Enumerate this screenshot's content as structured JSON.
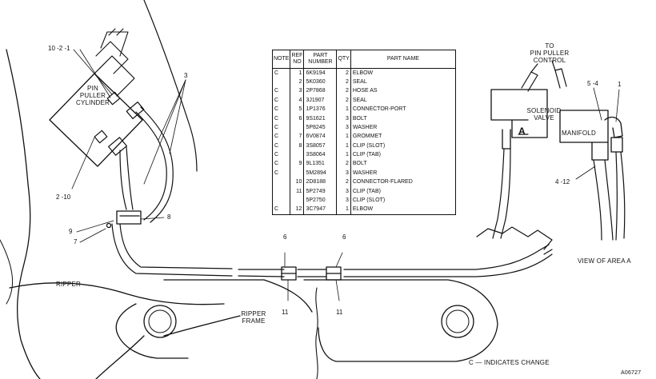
{
  "labels": {
    "pin_puller_cylinder": [
      "PIN",
      "PULLER",
      "CYLINDER"
    ],
    "to_pin_puller_control": [
      "TO",
      "PIN PULLER",
      "CONTROL"
    ],
    "solenoid_valve": [
      "SOLENOID",
      "VALVE"
    ],
    "manifold": "MANIFOLD",
    "view_of_area": "VIEW OF AREA A",
    "area_marker": "A",
    "ripper": "RIPPER",
    "ripper_frame": [
      "RIPPER",
      "FRAME"
    ],
    "change_legend": "C — INDICATES CHANGE",
    "figure_id": "A06727"
  },
  "callouts": {
    "c_10_2_1": "10 -2 -1",
    "c_2_10": "2 -10",
    "c_3": "3",
    "c_9": "9",
    "c_7": "7",
    "c_8": "8",
    "c_6a": "6",
    "c_6b": "6",
    "c_11a": "11",
    "c_11b": "11",
    "c_5_4": "5 -4",
    "c_1": "1",
    "c_4_12": "4 -12"
  },
  "table": {
    "headers": [
      "NOTE",
      "REF NO",
      "PART NUMBER",
      "QTY",
      "PART NAME"
    ],
    "rows": [
      {
        "note": "C",
        "ref": "1",
        "part": "6K9194",
        "qty": "2",
        "name": "ELBOW"
      },
      {
        "note": "",
        "ref": "2",
        "part": "5K0360",
        "qty": "2",
        "name": "SEAL"
      },
      {
        "note": "C",
        "ref": "3",
        "part": "2P7868",
        "qty": "2",
        "name": "HOSE AS"
      },
      {
        "note": "C",
        "ref": "4",
        "part": "3J1907",
        "qty": "2",
        "name": "SEAL"
      },
      {
        "note": "C",
        "ref": "5",
        "part": "1P1376",
        "qty": "1",
        "name": "CONNECTOR-PORT"
      },
      {
        "note": "C",
        "ref": "6",
        "part": "9S1621",
        "qty": "3",
        "name": "BOLT"
      },
      {
        "note": "C",
        "ref": "",
        "part": "5P8245",
        "qty": "3",
        "name": "WASHER"
      },
      {
        "note": "C",
        "ref": "7",
        "part": "6V0874",
        "qty": "1",
        "name": "GROMMET"
      },
      {
        "note": "C",
        "ref": "8",
        "part": "3S8057",
        "qty": "1",
        "name": "CLIP (SLOT)"
      },
      {
        "note": "C",
        "ref": "",
        "part": "3S8064",
        "qty": "1",
        "name": "CLIP (TAB)"
      },
      {
        "note": "C",
        "ref": "9",
        "part": "9L1351",
        "qty": "2",
        "name": "BOLT"
      },
      {
        "note": "C",
        "ref": "",
        "part": "5M2894",
        "qty": "3",
        "name": "WASHER"
      },
      {
        "note": "",
        "ref": "10",
        "part": "2D8188",
        "qty": "2",
        "name": "CONNECTOR-FLARED"
      },
      {
        "note": "",
        "ref": "11",
        "part": "5P2749",
        "qty": "3",
        "name": "CLIP (TAB)"
      },
      {
        "note": "",
        "ref": "",
        "part": "5P2750",
        "qty": "3",
        "name": "CLIP (SLOT)"
      },
      {
        "note": "C",
        "ref": "12",
        "part": "3C7947",
        "qty": "1",
        "name": "ELBOW"
      }
    ]
  }
}
